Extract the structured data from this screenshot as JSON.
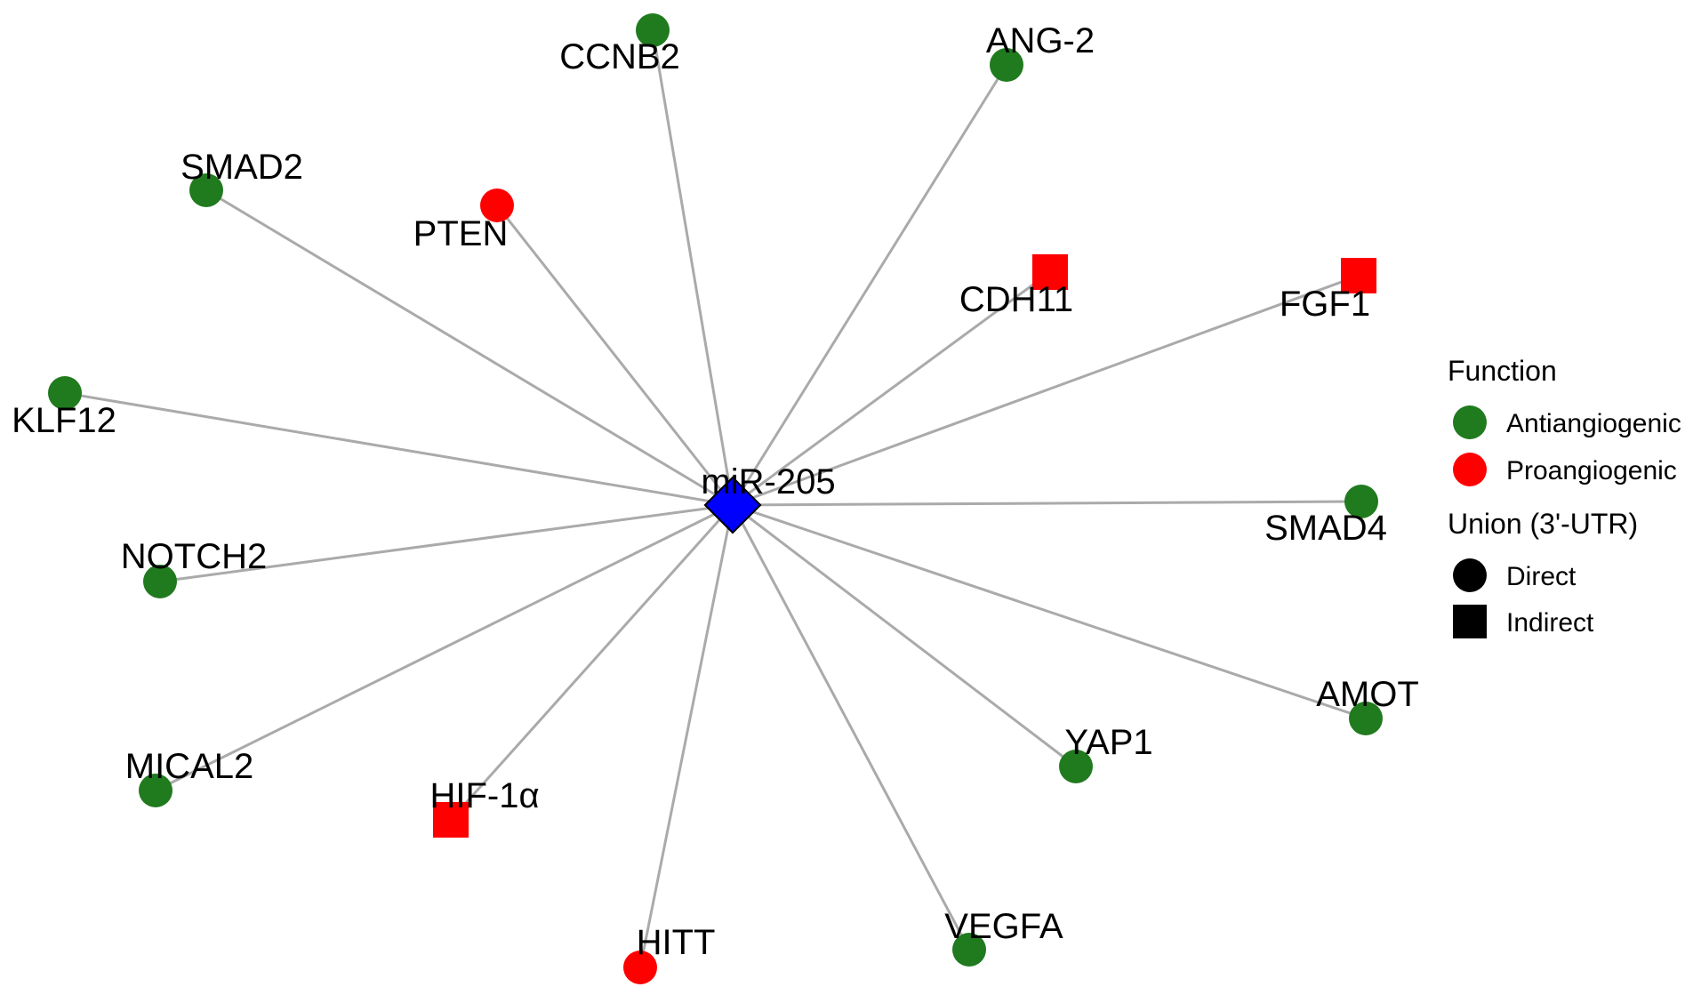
{
  "center": {
    "label": "miR-205",
    "color": "#0000ff"
  },
  "colors": {
    "Antiangiogenic": "#207a1e",
    "Proangiogenic": "#ff0000",
    "edge": "#aaaaaa",
    "shape": "#000000"
  },
  "nodes": [
    {
      "label": "CCNB2",
      "function": "Antiangiogenic",
      "union": "Direct"
    },
    {
      "label": "ANG-2",
      "function": "Antiangiogenic",
      "union": "Direct"
    },
    {
      "label": "SMAD2",
      "function": "Antiangiogenic",
      "union": "Direct"
    },
    {
      "label": "PTEN",
      "function": "Proangiogenic",
      "union": "Direct"
    },
    {
      "label": "CDH11",
      "function": "Proangiogenic",
      "union": "Indirect"
    },
    {
      "label": "FGF1",
      "function": "Proangiogenic",
      "union": "Indirect"
    },
    {
      "label": "KLF12",
      "function": "Antiangiogenic",
      "union": "Direct"
    },
    {
      "label": "SMAD4",
      "function": "Antiangiogenic",
      "union": "Direct"
    },
    {
      "label": "NOTCH2",
      "function": "Antiangiogenic",
      "union": "Direct"
    },
    {
      "label": "AMOT",
      "function": "Antiangiogenic",
      "union": "Direct"
    },
    {
      "label": "YAP1",
      "function": "Antiangiogenic",
      "union": "Direct"
    },
    {
      "label": "MICAL2",
      "function": "Antiangiogenic",
      "union": "Direct"
    },
    {
      "label": "HIF-1α",
      "function": "Proangiogenic",
      "union": "Indirect"
    },
    {
      "label": "VEGFA",
      "function": "Antiangiogenic",
      "union": "Direct"
    },
    {
      "label": "HITT",
      "function": "Proangiogenic",
      "union": "Direct"
    }
  ],
  "legend": {
    "function_title": "Function",
    "function_items": [
      {
        "label": "Antiangiogenic",
        "key": "Antiangiogenic"
      },
      {
        "label": "Proangiogenic",
        "key": "Proangiogenic"
      }
    ],
    "union_title": "Union (3'-UTR)",
    "union_items": [
      {
        "label": "Direct",
        "shape": "circle"
      },
      {
        "label": "Indirect",
        "shape": "square"
      }
    ]
  }
}
